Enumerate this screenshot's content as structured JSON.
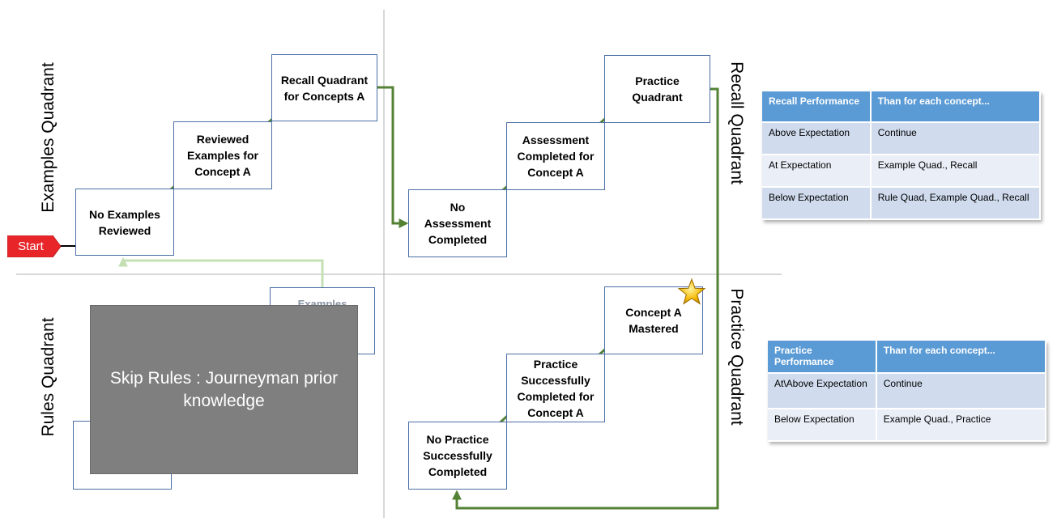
{
  "quadrant_labels": {
    "examples": "Examples Quadrant",
    "rules": "Rules Quadrant",
    "recall": "Recall Quadrant",
    "practice": "Practice Quadrant"
  },
  "start_label": "Start",
  "boxes": {
    "no_examples": "No Examples\nReviewed",
    "reviewed_examples": "Reviewed\nExamples for\nConcept A",
    "recall_quadrant": "Recall Quadrant\nfor Concepts A",
    "no_assessment": "No\nAssessment\nCompleted",
    "assessment_completed": "Assessment\nCompleted for\nConcept A",
    "practice_quadrant_box": "Practice\nQuadrant",
    "examples_hidden": "Examples",
    "no_practice": "No Practice\nSuccessfully\nCompleted",
    "practice_success": "Practice\nSuccessfully\nCompleted for\nConcept A",
    "concept_mastered": "Concept A\nMastered"
  },
  "overlay_text": "Skip Rules : Journeyman prior knowledge",
  "recall_table": {
    "headers": [
      "Recall Performance",
      "Than for each concept..."
    ],
    "rows": [
      [
        "Above Expectation",
        "Continue"
      ],
      [
        "At Expectation",
        "Example Quad., Recall"
      ],
      [
        "Below Expectation",
        "Rule Quad, Example Quad., Recall"
      ]
    ]
  },
  "practice_table": {
    "headers": [
      "Practice Performance",
      "Than for each concept..."
    ],
    "rows": [
      [
        "At\\Above Expectation",
        "Continue"
      ],
      [
        "Below Expectation",
        "Example Quad., Practice"
      ]
    ]
  },
  "colors": {
    "arrow_green": "#548235",
    "faded_green": "#c5e0b4",
    "start_red": "#e8262a",
    "header_blue": "#5b9bd5",
    "overlay_gray": "#7f7f7f",
    "star_gold": "#f5b800"
  }
}
